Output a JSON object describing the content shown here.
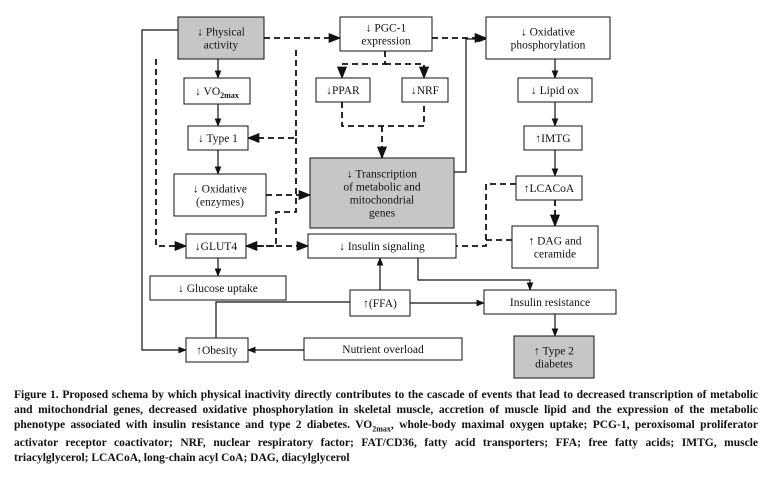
{
  "diagram": {
    "colors": {
      "shaded": "#c6c6c6",
      "line": "#111111",
      "background": "#ffffff"
    },
    "boxes": [
      {
        "id": "physical-activity",
        "lines": [
          "↓ Physical",
          "activity"
        ],
        "shaded": true
      },
      {
        "id": "pgc1",
        "lines": [
          "↓ PGC-1",
          "expression"
        ],
        "shaded": false
      },
      {
        "id": "oxphos",
        "lines": [
          "↓ Oxidative",
          "phosphorylation"
        ],
        "shaded": false
      },
      {
        "id": "vo2max",
        "lines": [
          "↓ VO"
        ],
        "sub": "2max",
        "shaded": false
      },
      {
        "id": "ppar",
        "lines": [
          "↓PPAR"
        ],
        "shaded": false
      },
      {
        "id": "nrf",
        "lines": [
          "↓NRF"
        ],
        "shaded": false
      },
      {
        "id": "lipid-ox",
        "lines": [
          "↓ Lipid ox"
        ],
        "shaded": false
      },
      {
        "id": "type1",
        "lines": [
          "↓ Type 1"
        ],
        "shaded": false
      },
      {
        "id": "imtg",
        "lines": [
          "↑IMTG"
        ],
        "shaded": false
      },
      {
        "id": "transcription",
        "lines": [
          "↓ Transcription",
          "of metabolic and",
          "mitochondrial",
          "genes"
        ],
        "shaded": true
      },
      {
        "id": "oxidative-enzymes",
        "lines": [
          "↓ Oxidative",
          "(enzymes)"
        ],
        "shaded": false
      },
      {
        "id": "lcacoa",
        "lines": [
          "↑LCACoA"
        ],
        "shaded": false
      },
      {
        "id": "glut4",
        "lines": [
          "↓GLUT4"
        ],
        "shaded": false
      },
      {
        "id": "insulin-signaling",
        "lines": [
          "↓  Insulin signaling"
        ],
        "shaded": false
      },
      {
        "id": "dag",
        "lines": [
          "↑ DAG and",
          "ceramide"
        ],
        "shaded": false
      },
      {
        "id": "glucose-uptake",
        "lines": [
          "↓  Glucose uptake"
        ],
        "shaded": false
      },
      {
        "id": "ffa",
        "lines": [
          "↑(FFA)"
        ],
        "shaded": false
      },
      {
        "id": "insulin-resistance",
        "lines": [
          "Insulin resistance"
        ],
        "shaded": false
      },
      {
        "id": "obesity",
        "lines": [
          "↑Obesity"
        ],
        "shaded": false
      },
      {
        "id": "nutrient-overload",
        "lines": [
          "Nutrient overload"
        ],
        "shaded": false
      },
      {
        "id": "type2-diabetes",
        "lines": [
          "↑ Type 2",
          "diabetes"
        ],
        "shaded": true
      }
    ]
  },
  "caption": {
    "lead": "Figure 1. Proposed schema by which physical inactivity directly contributes to the cascade of events that lead to decreased transcription of metabolic and mitochondrial genes, decreased oxidative phosphorylation in skeletal muscle, accretion of muscle lipid and the expression of the metabolic phenotype associated with insulin resistance and type 2 diabetes. VO",
    "sub": "2max",
    "tail": ", whole-body maximal oxygen uptake; PCG-1, peroxisomal proliferator activator receptor coactivator; NRF, nuclear respiratory factor; FAT/CD36, fatty acid transporters; FFA; free fatty acids; IMTG, muscle triacylglycerol; LCACoA, long-chain acyl CoA; DAG, diacylglycerol"
  }
}
